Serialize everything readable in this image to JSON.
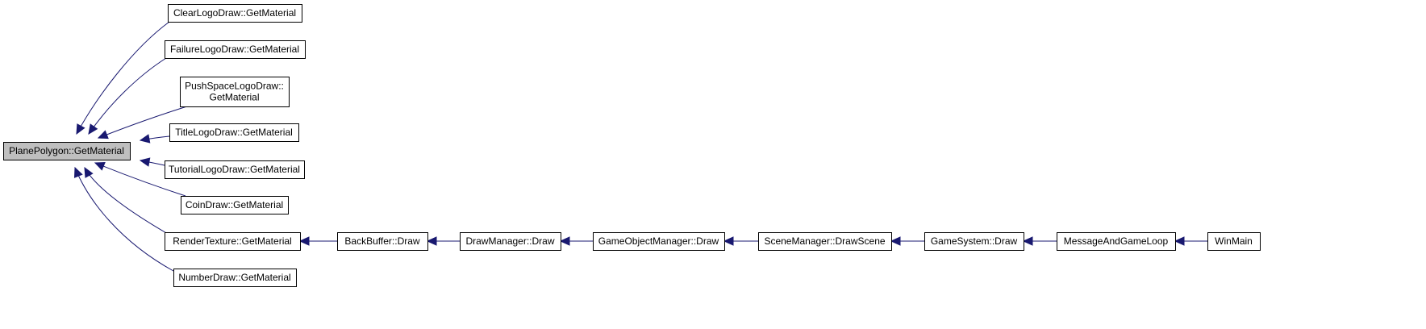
{
  "diagram": {
    "title": "",
    "colors": {
      "edge": "#191970",
      "root_fill": "#bfbfbf",
      "node_fill": "#ffffff",
      "border": "#000000"
    },
    "nodes": [
      {
        "id": "root",
        "lines": [
          "PlanePolygon::GetMaterial"
        ]
      },
      {
        "id": "clear",
        "lines": [
          "ClearLogoDraw::GetMaterial"
        ]
      },
      {
        "id": "failure",
        "lines": [
          "FailureLogoDraw::GetMaterial"
        ]
      },
      {
        "id": "pushspace",
        "lines": [
          "PushSpaceLogoDraw::",
          "GetMaterial"
        ]
      },
      {
        "id": "title",
        "lines": [
          "TitleLogoDraw::GetMaterial"
        ]
      },
      {
        "id": "tutorial",
        "lines": [
          "TutorialLogoDraw::GetMaterial"
        ]
      },
      {
        "id": "coin",
        "lines": [
          "CoinDraw::GetMaterial"
        ]
      },
      {
        "id": "rendertex",
        "lines": [
          "RenderTexture::GetMaterial"
        ]
      },
      {
        "id": "number",
        "lines": [
          "NumberDraw::GetMaterial"
        ]
      },
      {
        "id": "backbuffer",
        "lines": [
          "BackBuffer::Draw"
        ]
      },
      {
        "id": "drawmgr",
        "lines": [
          "DrawManager::Draw"
        ]
      },
      {
        "id": "gomgr",
        "lines": [
          "GameObjectManager::Draw"
        ]
      },
      {
        "id": "scenemgr",
        "lines": [
          "SceneManager::DrawScene"
        ]
      },
      {
        "id": "gamesys",
        "lines": [
          "GameSystem::Draw"
        ]
      },
      {
        "id": "msgloop",
        "lines": [
          "MessageAndGameLoop"
        ]
      },
      {
        "id": "winmain",
        "lines": [
          "WinMain"
        ]
      }
    ],
    "edges": [
      {
        "from": "clear",
        "to": "root"
      },
      {
        "from": "failure",
        "to": "root"
      },
      {
        "from": "pushspace",
        "to": "root"
      },
      {
        "from": "title",
        "to": "root"
      },
      {
        "from": "tutorial",
        "to": "root"
      },
      {
        "from": "coin",
        "to": "root"
      },
      {
        "from": "rendertex",
        "to": "root"
      },
      {
        "from": "number",
        "to": "root"
      },
      {
        "from": "backbuffer",
        "to": "rendertex"
      },
      {
        "from": "drawmgr",
        "to": "backbuffer"
      },
      {
        "from": "gomgr",
        "to": "drawmgr"
      },
      {
        "from": "scenemgr",
        "to": "gomgr"
      },
      {
        "from": "gamesys",
        "to": "scenemgr"
      },
      {
        "from": "msgloop",
        "to": "gamesys"
      },
      {
        "from": "winmain",
        "to": "msgloop"
      }
    ]
  }
}
